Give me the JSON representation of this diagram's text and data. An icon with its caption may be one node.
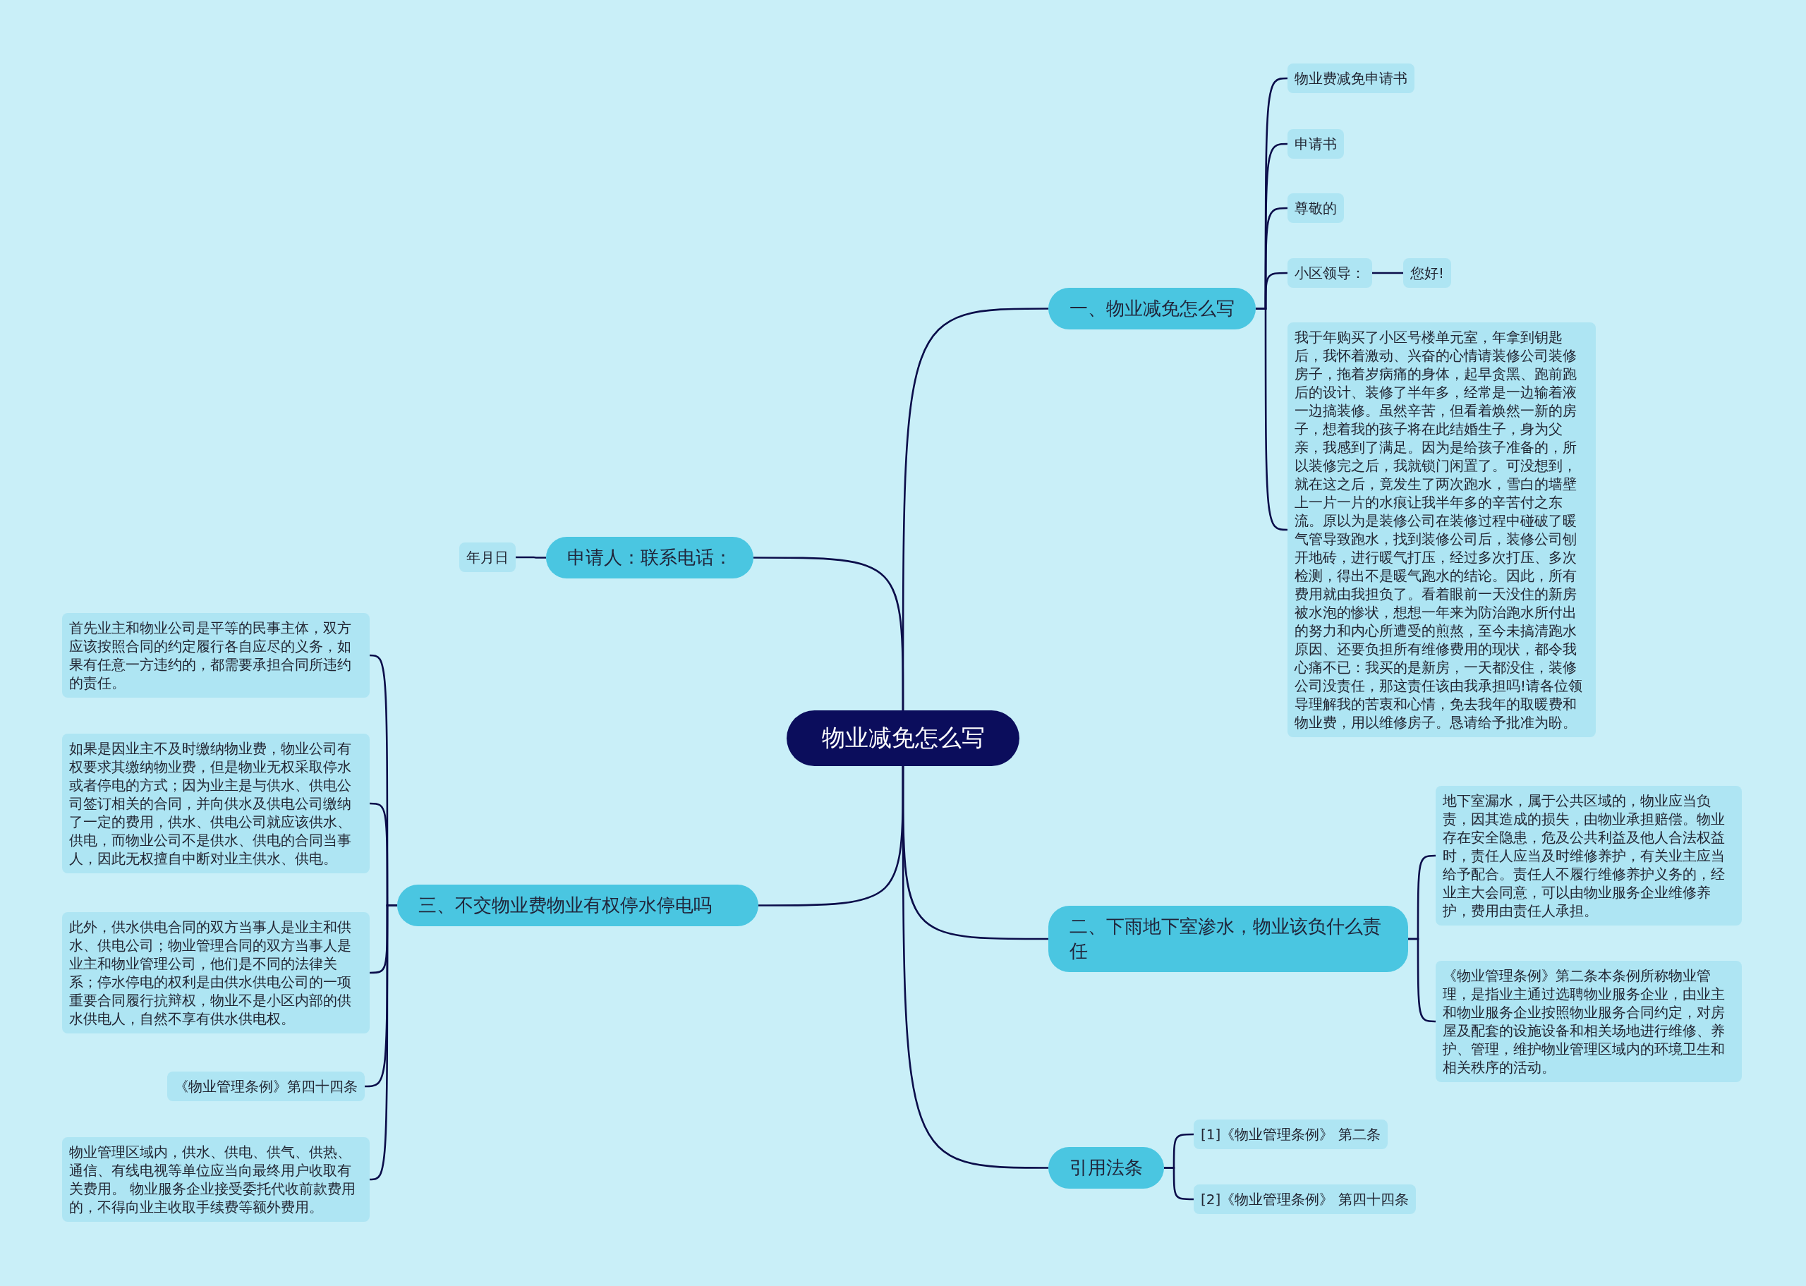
{
  "diagram": {
    "nodes": [
      {
        "text": [
          "物业减免怎么写"
        ]
      },
      {
        "text": [
          "一、物业减免怎么写"
        ]
      },
      {
        "text": [
          "物业费减免申请书"
        ]
      },
      {
        "text": [
          "申请书"
        ]
      },
      {
        "text": [
          "尊敬的"
        ]
      },
      {
        "text": [
          "小区领导："
        ]
      },
      {
        "text": [
          "您好!"
        ]
      },
      {
        "text": [
          "我于年购买了小区号楼单元室，年拿到钥匙后，我怀着激动、兴奋的心情请装修公司装修房子，拖着岁病痛的身体，起早贪黑、跑前跑后的设计、装修了半年多，经常是一边输着液一边搞装修。虽然辛苦，但看着焕然一新的房子，想着我的孩子将在此结婚生子，身为父亲，我感到了满足。因为是给孩子准备的，所以装修完之后，我就锁门闲置了。可没想到，就在这之后，竟发生了两次跑水，雪白的墙壁上一片一片的水痕让我半年多的辛苦付之东流。原以为是装修公司在装修过程中碰破了暖气管导致跑水，找到装修公司后，装修公司刨开地砖，进行暖气打压，经过多次打压、多次检测，得出不是暖气跑水的结论。因此，所有费用就由我担负了。看着眼前一天没住的新房被水泡的惨状，想想一年来为防治跑水所付出的努力和内心所遭受的煎熬，至今未搞清跑水原因、还要负担所有维修费用的现状，都令我心痛不已：我买的是新房，一天都没住，装修公司没责任，那这责任该由我承担吗!请各位领导理解我的苦衷和心情，免去我年的取暖费和物业费，用以维修房子。恳请给予批准为盼。"
        ]
      },
      {
        "text": [
          "申请人：联系电话："
        ]
      },
      {
        "text": [
          "年月日"
        ]
      },
      {
        "text": [
          "三、不交物业费物业有权停水停电吗"
        ]
      },
      {
        "text": [
          "首先业主和物业公司是平等的民事主体，双方应该按照合同的约定履行各自应尽的义务，如果有任意一方违约的，都需要承担合同所违约的责任。"
        ]
      },
      {
        "text": [
          "如果是因业主不及时缴纳物业费，物业公司有权要求其缴纳物业费，但是物业无权采取停水或者停电的方式；因为业主是与供水、供电公司签订相关的合同，并向供水及供电公司缴纳了一定的费用，供水、供电公司就应该供水、供电，而物业公司不是供水、供电的合同当事人，因此无权擅自中断对业主供水、供电。"
        ]
      },
      {
        "text": [
          "此外，供水供电合同的双方当事人是业主和供水、供电公司；物业管理合同的双方当事人是业主和物业管理公司，他们是不同的法律关系；停水停电的权利是由供水供电公司的一项重要合同履行抗辩权，物业不是小区内部的供水供电人，自然不享有供水供电权。"
        ]
      },
      {
        "text": [
          "《物业管理条例》第四十四条"
        ]
      },
      {
        "text": [
          "物业管理区域内，供水、供电、供气、供热、通信、有线电视等单位应当向最终用户收取有关费用。 物业服务企业接受委托代收前款费用的，不得向业主收取手续费等额外费用。"
        ]
      },
      {
        "text": [
          "二、下雨地下室渗水，物业该负什么责任"
        ]
      },
      {
        "text": [
          "地下室漏水，属于公共区域的，物业应当负责，因其造成的损失，由物业承担赔偿。物业存在安全隐患，危及公共利益及他人合法权益时，责任人应当及时维修养护，有关业主应当给予配合。责任人不履行维修养护义务的，经业主大会同意，可以由物业服务企业维修养护，费用由责任人承担。"
        ]
      },
      {
        "text": [
          "《物业管理条例》第二条本条例所称物业管理，是指业主通过选聘物业服务企业，由业主和物业服务企业按照物业服务合同约定，对房屋及配套的设施设备和相关场地进行维修、养护、管理，维护物业管理区域内的环境卫生和相关秩序的活动。"
        ]
      },
      {
        "text": [
          "引用法条"
        ]
      },
      {
        "text": [
          "[1]《物业管理条例》 第二条"
        ]
      },
      {
        "text": [
          "[2]《物业管理条例》 第四十四条"
        ]
      }
    ],
    "edges": [
      {
        "from": 0,
        "to": 1,
        "arrow": "none"
      },
      {
        "from": 1,
        "to": 2,
        "arrow": "none"
      },
      {
        "from": 1,
        "to": 3,
        "arrow": "none"
      },
      {
        "from": 1,
        "to": 4,
        "arrow": "none"
      },
      {
        "from": 1,
        "to": 5,
        "arrow": "none"
      },
      {
        "from": 5,
        "to": 6,
        "arrow": "none"
      },
      {
        "from": 1,
        "to": 7,
        "arrow": "none"
      },
      {
        "from": 0,
        "to": 8,
        "arrow": "none"
      },
      {
        "from": 8,
        "to": 9,
        "arrow": "none"
      },
      {
        "from": 0,
        "to": 10,
        "arrow": "none"
      },
      {
        "from": 10,
        "to": 11,
        "arrow": "none"
      },
      {
        "from": 10,
        "to": 12,
        "arrow": "none"
      },
      {
        "from": 10,
        "to": 13,
        "arrow": "none"
      },
      {
        "from": 10,
        "to": 14,
        "arrow": "none"
      },
      {
        "from": 10,
        "to": 15,
        "arrow": "none"
      },
      {
        "from": 0,
        "to": 16,
        "arrow": "none"
      },
      {
        "from": 16,
        "to": 17,
        "arrow": "none"
      },
      {
        "from": 16,
        "to": 18,
        "arrow": "none"
      },
      {
        "from": 0,
        "to": 19,
        "arrow": "none"
      },
      {
        "from": 19,
        "to": 20,
        "arrow": "none"
      },
      {
        "from": 19,
        "to": 21,
        "arrow": "none"
      }
    ]
  }
}
